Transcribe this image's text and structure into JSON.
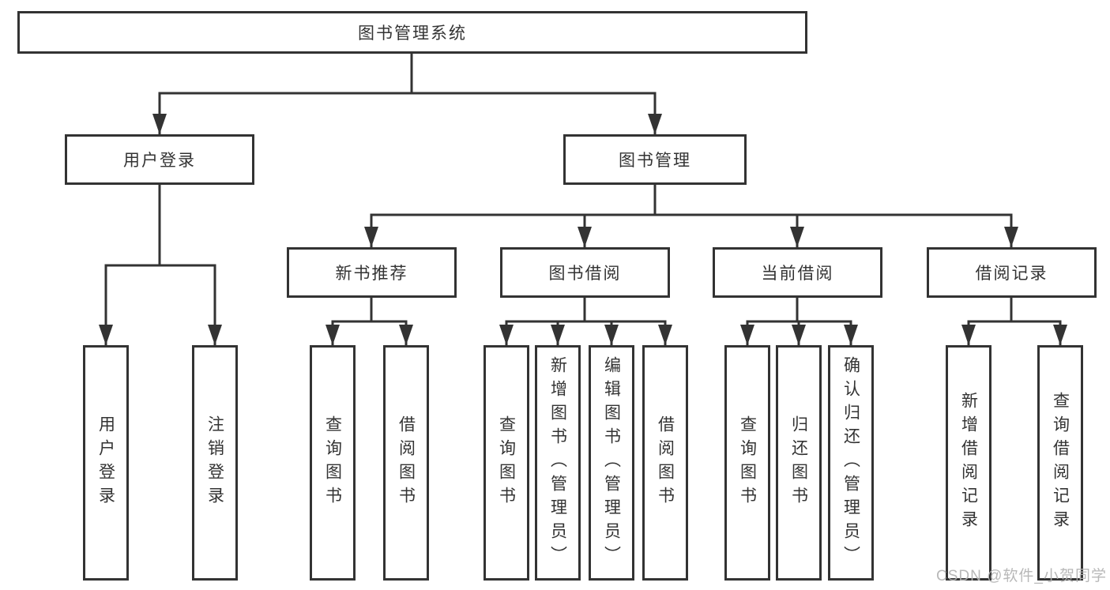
{
  "tree": {
    "root": {
      "label": "图书管理系统",
      "children": [
        {
          "label": "用户登录",
          "children": [
            {
              "label": "用户登录"
            },
            {
              "label": "注销登录"
            }
          ]
        },
        {
          "label": "图书管理",
          "children": [
            {
              "label": "新书推荐",
              "children": [
                {
                  "label": "查询图书"
                },
                {
                  "label": "借阅图书"
                }
              ]
            },
            {
              "label": "图书借阅",
              "children": [
                {
                  "label": "查询图书"
                },
                {
                  "label": "新增图书（管理员）"
                },
                {
                  "label": "编辑图书（管理员）"
                },
                {
                  "label": "借阅图书"
                }
              ]
            },
            {
              "label": "当前借阅",
              "children": [
                {
                  "label": "查询图书"
                },
                {
                  "label": "归还图书"
                },
                {
                  "label": "确认归还（管理员）"
                }
              ]
            },
            {
              "label": "借阅记录",
              "children": [
                {
                  "label": "新增借阅记录"
                },
                {
                  "label": "查询借阅记录"
                }
              ]
            }
          ]
        }
      ]
    }
  },
  "watermark": {
    "text": "CSDN @软件_小贺同学",
    "color": "#b2b2b2"
  },
  "colors": {
    "stroke": "#333333",
    "background": "#ffffff",
    "text": "#333333"
  }
}
